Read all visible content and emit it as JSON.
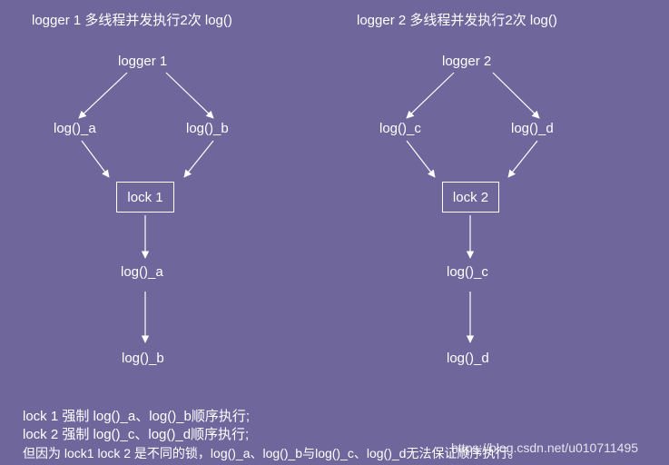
{
  "left": {
    "title": "logger 1 多线程并发执行2次 log()",
    "root": "logger 1",
    "call_a": "log()_a",
    "call_b": "log()_b",
    "lock": "lock 1",
    "seq_first": "log()_a",
    "seq_second": "log()_b"
  },
  "right": {
    "title": "logger 2 多线程并发执行2次 log()",
    "root": "logger 2",
    "call_a": "log()_c",
    "call_b": "log()_d",
    "lock": "lock 2",
    "seq_first": "log()_c",
    "seq_second": "log()_d"
  },
  "notes": [
    "lock 1 强制 log()_a、log()_b顺序执行;",
    "lock 2 强制 log()_c、log()_d顺序执行;",
    "但因为 lock1 lock 2 是不同的锁，log()_a、log()_b与log()_c、log()_d无法保证顺序执行。"
  ],
  "watermark": "https://blog.csdn.net/u010711495",
  "colors": {
    "background": "#6f679c",
    "foreground": "#ffffff"
  }
}
